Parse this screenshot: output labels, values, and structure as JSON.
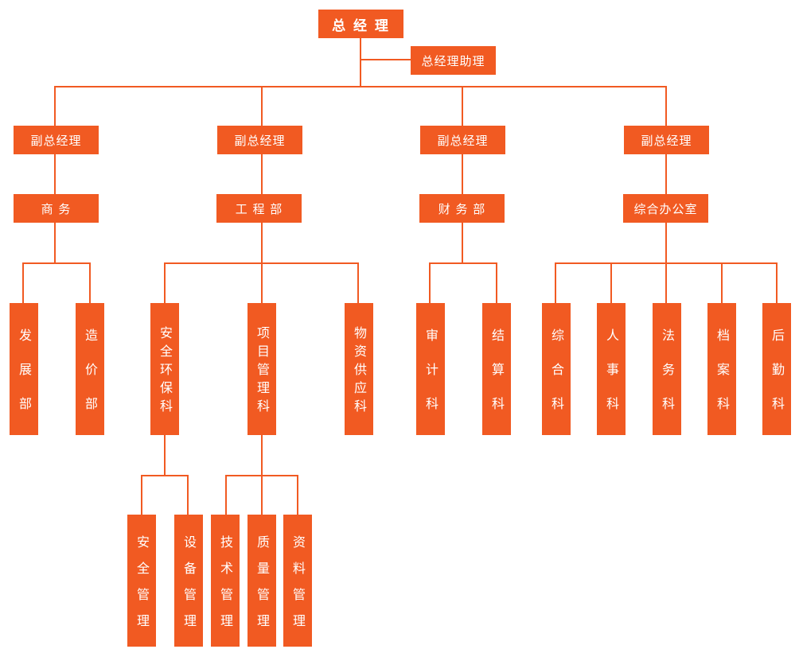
{
  "accent": "#f15a22",
  "nodes": {
    "gm": "总 经 理",
    "assistant": "总经理助理",
    "vp1": "副总经理",
    "vp2": "副总经理",
    "vp3": "副总经理",
    "vp4": "副总经理",
    "d1": "商 务",
    "d2": "工 程 部",
    "d3": "财 务 部",
    "d4": "综合办公室",
    "s1": "发展部",
    "s2": "造价部",
    "s3": "安全环保科",
    "s4": "项目管理科",
    "s5": "物资供应科",
    "s6": "审计科",
    "s7": "结算科",
    "s8": "综合科",
    "s9": "人事科",
    "s10": "法务科",
    "s11": "档案科",
    "s12": "后勤科",
    "t1": "安全管理",
    "t2": "设备管理",
    "t3": "技术管理",
    "t4": "质量管理",
    "t5": "资料管理"
  }
}
